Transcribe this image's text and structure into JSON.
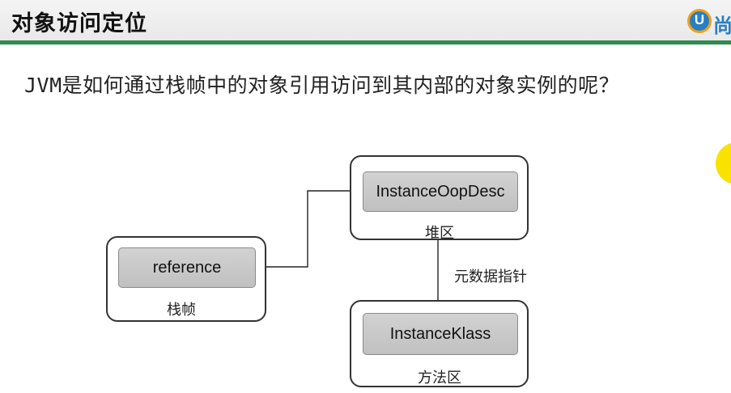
{
  "header": {
    "title": "对象访问定位",
    "logo_text": "尚",
    "logo_letter": "U"
  },
  "question": "JVM是如何通过栈帧中的对象引用访问到其内部的对象实例的呢？",
  "diagram": {
    "regions": [
      {
        "id": "stack",
        "label": "栈帧",
        "node": "reference"
      },
      {
        "id": "heap",
        "label": "堆区",
        "node": "InstanceOopDesc"
      },
      {
        "id": "method",
        "label": "方法区",
        "node": "InstanceKlass"
      }
    ],
    "edges": [
      {
        "from": "reference",
        "to": "InstanceOopDesc",
        "label": ""
      },
      {
        "from": "InstanceOopDesc",
        "to": "InstanceKlass",
        "label": "元数据指针"
      }
    ]
  },
  "colors": {
    "header_rule": "#2e8b4f",
    "node_fill": "#c8c8c8",
    "accent_dot": "#f9e200"
  }
}
